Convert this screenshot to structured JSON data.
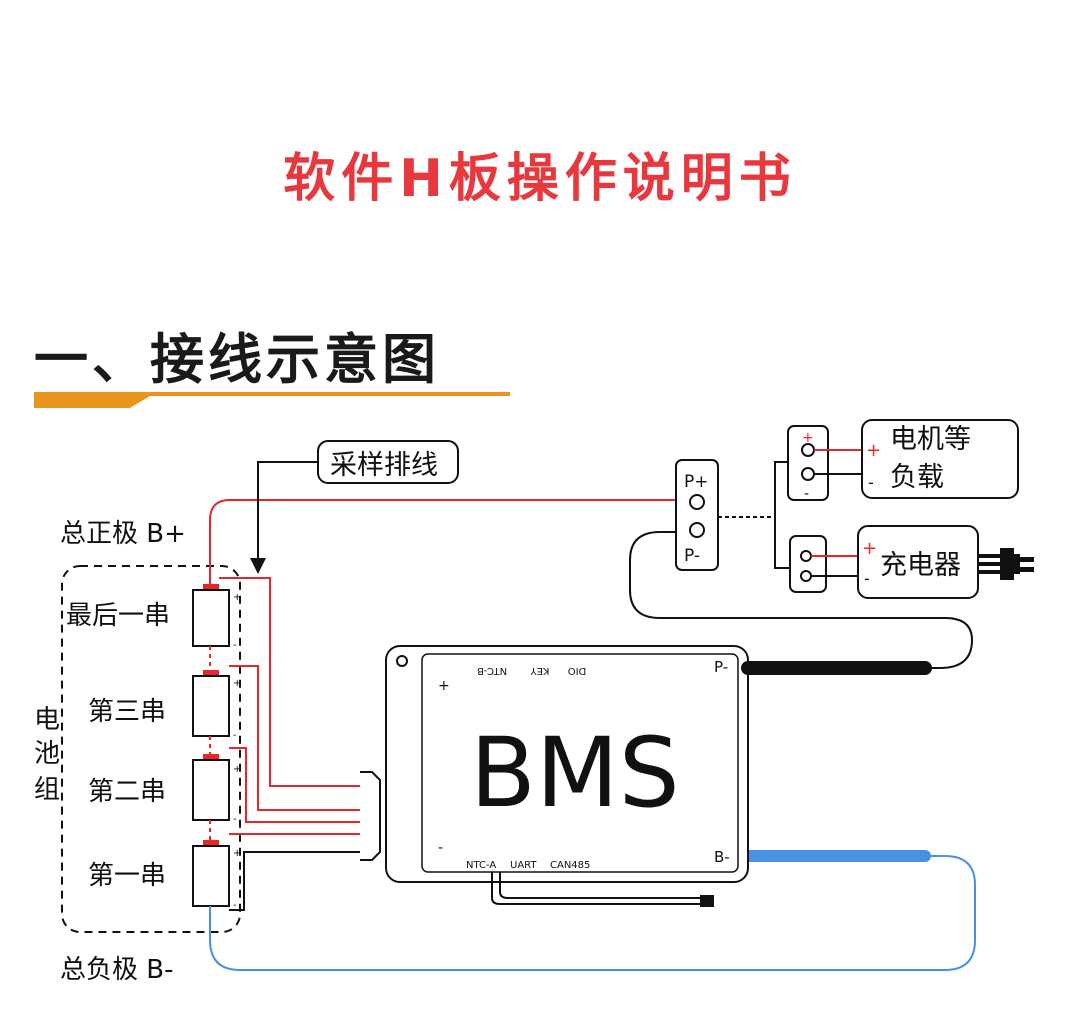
{
  "title": "软件H板操作说明书",
  "section_heading": "一、接线示意图",
  "colors": {
    "title": "#e8383d",
    "accent_bar": "#e8941f",
    "positive_wire": "#e8262a",
    "negative_wire": "#4a90e2",
    "line": "#111111"
  },
  "labels": {
    "sampling_cable": "采样排线",
    "total_positive": "总正极 B+",
    "total_negative": "总负极 B-",
    "battery_pack": [
      "电",
      "池",
      "组"
    ],
    "strings": [
      "最后一串",
      "第三串",
      "第二串",
      "第一串"
    ],
    "p_plus": "P+",
    "p_minus": "P-",
    "load_line1": "电机等",
    "load_line2": "负载",
    "charger": "充电器",
    "plus": "+",
    "minus": "-",
    "bms": "BMS",
    "bms_p_minus": "P-",
    "bms_b_minus": "B-",
    "bms_plus": "+",
    "bms_minus": "-",
    "bms_top_ports": [
      "NTC-B",
      "KEY",
      "DIO"
    ],
    "bms_bottom_ports": [
      "NTC-A",
      "UART",
      "CAN485"
    ]
  }
}
